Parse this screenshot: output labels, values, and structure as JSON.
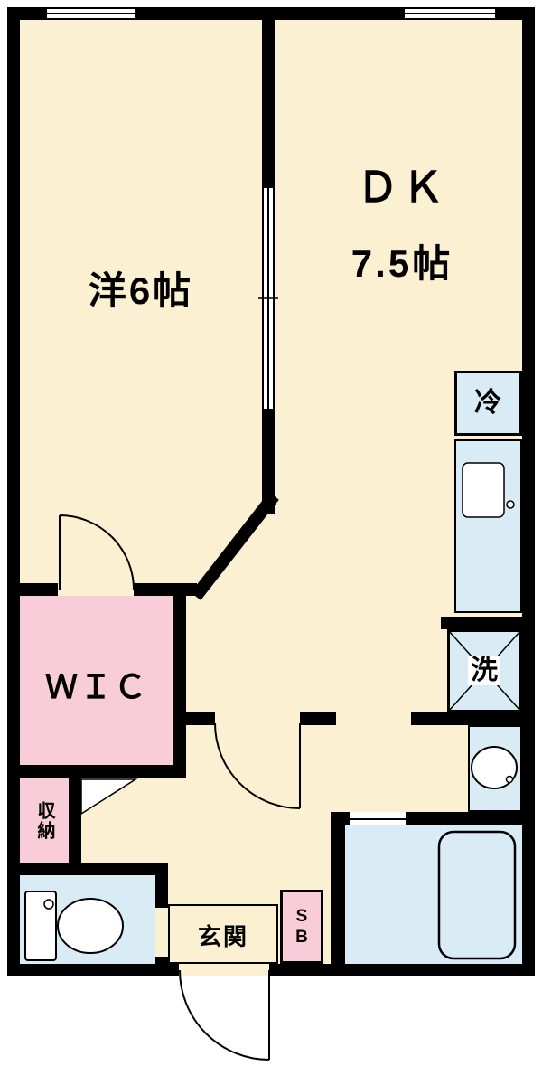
{
  "plan": {
    "rooms": {
      "western": {
        "label": "洋6帖"
      },
      "dk": {
        "label": "ＤＫ",
        "size": "7.5帖"
      },
      "wic": {
        "label": "ＷＩＣ"
      },
      "storage": {
        "label": "収納"
      },
      "entrance": {
        "label": "玄関"
      },
      "shoebox": {
        "label": "SB"
      },
      "fridge": {
        "label": "冷"
      },
      "washer": {
        "label": "洗"
      }
    },
    "colors": {
      "floor": "#fcf0d2",
      "closet_pink": "#f8ccd8",
      "water_blue": "#d9ebf4",
      "wall": "#000000"
    }
  }
}
